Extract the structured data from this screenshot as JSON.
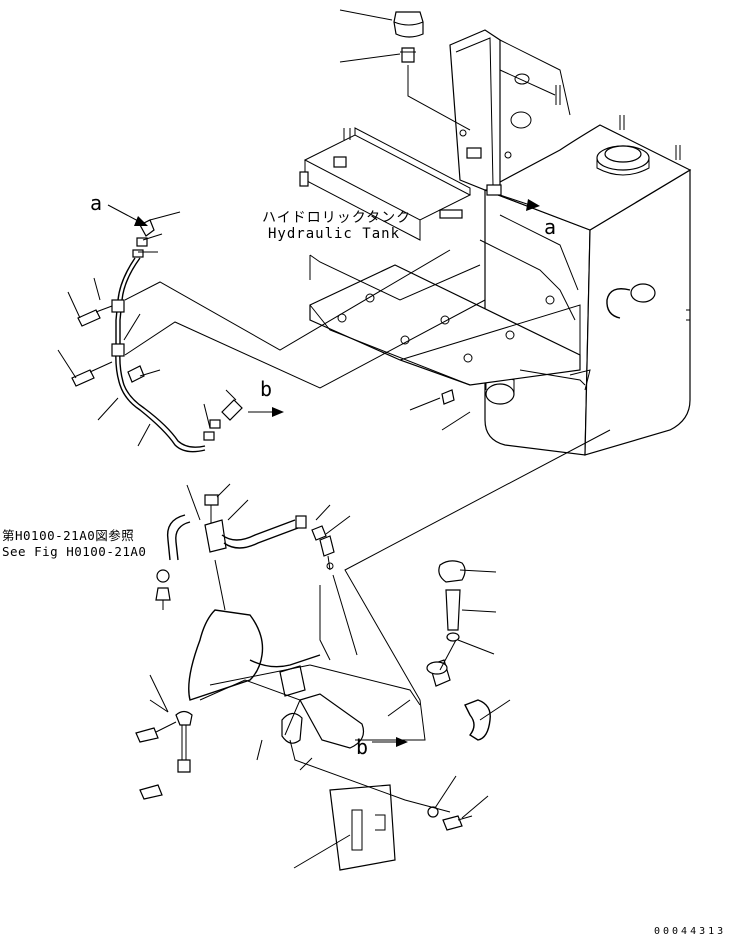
{
  "labels": {
    "hydraulic_tank_jp": "ハイドロリックタンク",
    "hydraulic_tank_en": "Hydraulic Tank",
    "see_fig_jp": "第H0100-21A0図参照",
    "see_fig_en": "See Fig H0100-21A0"
  },
  "callouts": {
    "a_left": "a",
    "a_right": "a",
    "b_upper": "b",
    "b_lower": "b"
  },
  "serial": "00044313",
  "icons": {
    "arrow": "arrow-icon",
    "bolt": "bolt-icon",
    "hose": "hose-icon",
    "elbow": "elbow-icon",
    "cap": "filler-cap-icon",
    "strainer": "strainer-icon",
    "bracket": "bracket-icon"
  }
}
